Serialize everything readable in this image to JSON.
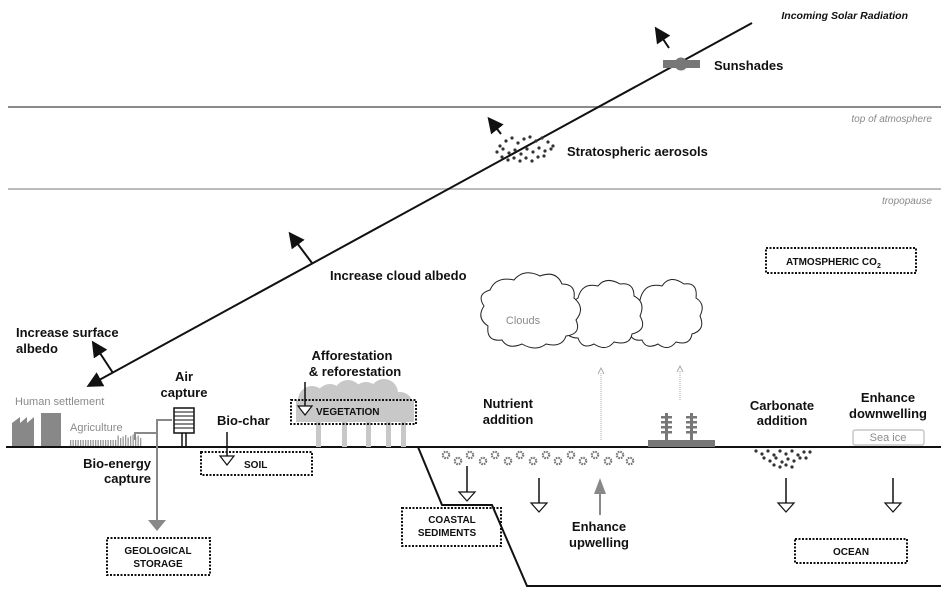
{
  "title": "Geoengineering proposals schematic",
  "layers": {
    "top_of_atmosphere": "top of atmosphere",
    "tropopause": "tropopause"
  },
  "radiation": {
    "label": "Incoming Solar Radiation"
  },
  "methods": {
    "sunshades": "Sunshades",
    "stratospheric_aerosols": "Stratospheric aerosols",
    "cloud_albedo": "Increase cloud albedo",
    "surface_albedo": [
      "Increase surface",
      "albedo"
    ],
    "air_capture": [
      "Air",
      "capture"
    ],
    "bio_char": "Bio-char",
    "afforestation": [
      "Afforestation",
      "& reforestation"
    ],
    "bio_energy": [
      "Bio-energy",
      "capture"
    ],
    "nutrient_addition": [
      "Nutrient",
      "addition"
    ],
    "enhance_upwelling": [
      "Enhance",
      "upwelling"
    ],
    "carbonate_addition": [
      "Carbonate",
      "addition"
    ],
    "enhance_downwelling": [
      "Enhance",
      "downwelling"
    ]
  },
  "features": {
    "human_settlement": "Human settlement",
    "agriculture": "Agriculture",
    "clouds": "Clouds",
    "sea_ice": "Sea ice"
  },
  "reservoirs": {
    "atmospheric_co2": "ATMOSPHERIC CO",
    "atmospheric_co2_sub": "2",
    "vegetation": "VEGETATION",
    "soil": "SOIL",
    "geological_storage": [
      "GEOLOGICAL",
      "STORAGE"
    ],
    "coastal_sediments": [
      "COASTAL",
      "SEDIMENTS"
    ],
    "ocean": "OCEAN"
  },
  "colors": {
    "line": "#111111",
    "grey_feature": "#8c8c8c",
    "light_grey": "#c8c8c8",
    "layer_line": "#999999"
  }
}
